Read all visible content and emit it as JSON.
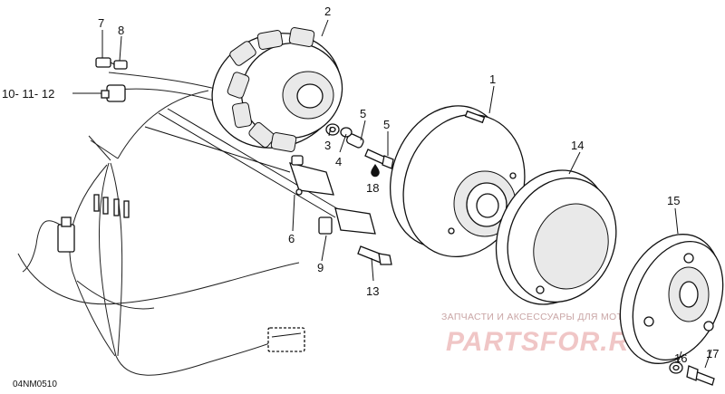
{
  "labels": {
    "l1": "1",
    "l2": "2",
    "l3": "3",
    "l4": "4",
    "l5a": "5",
    "l5b": "5",
    "l6": "6",
    "l7": "7",
    "l8": "8",
    "l9": "9",
    "l10": "10- 11- 12",
    "l13": "13",
    "l14": "14",
    "l15": "15",
    "l16": "16",
    "l17": "17",
    "l18": "18"
  },
  "code": "04NM0510",
  "watermark": {
    "text": "ЗАПЧАСТИ И АКСЕССУАРЫ ДЛЯ МОТОТЕХНИКИ",
    "logo": "PARTSFOR.RU"
  },
  "colors": {
    "line": "#111111",
    "watermark": "#f0c6c6"
  }
}
